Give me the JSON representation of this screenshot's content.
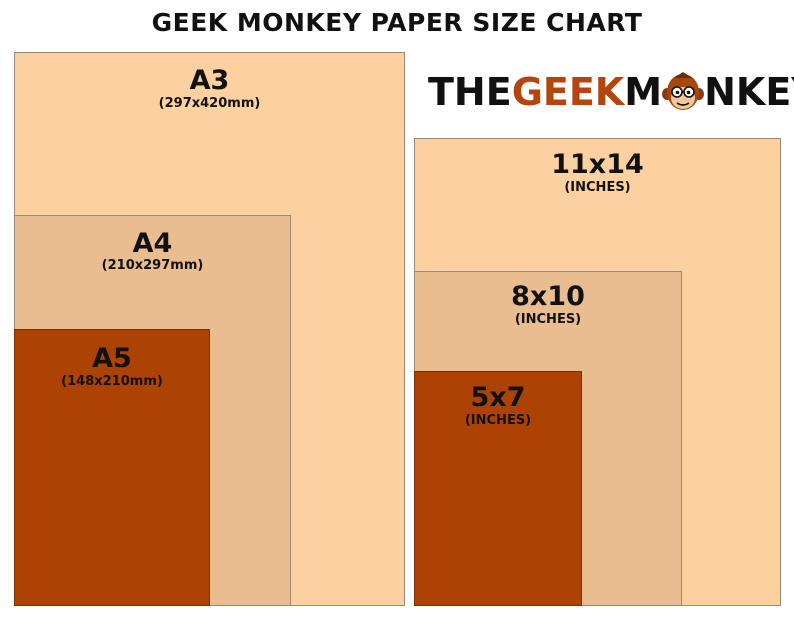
{
  "title": "GEEK MONKEY PAPER SIZE CHART",
  "logo": {
    "part1": "THE",
    "part2": "GEEK",
    "part3_before": "M",
    "part3_after": "NKEY",
    "icon": "monkey-face-icon"
  },
  "colors": {
    "large": "#fdd19f",
    "medium": "#e9bd8f",
    "small": "#ad4303"
  },
  "a_series": [
    {
      "name": "A3",
      "dims": "(297x420mm)"
    },
    {
      "name": "A4",
      "dims": "(210x297mm)"
    },
    {
      "name": "A5",
      "dims": "(148x210mm)"
    }
  ],
  "inch_series": [
    {
      "name": "11x14",
      "dims": "(INCHES)"
    },
    {
      "name": "8x10",
      "dims": "(INCHES)"
    },
    {
      "name": "5x7",
      "dims": "(INCHES)"
    }
  ]
}
